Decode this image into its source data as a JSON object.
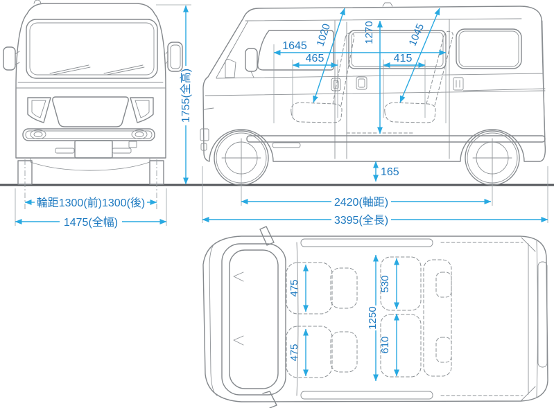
{
  "meta": {
    "description": "Kei-van dimension diagram with front, side and top orthographic views; all values in millimetres"
  },
  "colors": {
    "background": "#ffffff",
    "line_art": "#85898d",
    "ground": "#53565a",
    "dimension_line": "#29a9e1",
    "dimension_text": "#1d79c0"
  },
  "views": {
    "front": {
      "label": "front-view",
      "dims": {
        "overall_height": "1755(全高)",
        "track": "輪距1300(前)1300(後)",
        "overall_width": "1475(全幅)"
      }
    },
    "side": {
      "label": "side-view",
      "dims": {
        "front_interior_length": "1645",
        "front_seat_length": "465",
        "front_diagonal": "1020",
        "interior_height": "1270",
        "rear_seat_length": "415",
        "rear_diagonal": "1045",
        "ground_clearance": "165",
        "wheelbase": "2420(軸距)",
        "overall_length": "3395(全長)"
      }
    },
    "top": {
      "label": "top-view",
      "dims": {
        "front_seat_width": "475",
        "second_seat_width": "475",
        "interior_width": "1250",
        "rear_seat_section_a": "530",
        "rear_seat_section_b": "610"
      }
    }
  }
}
